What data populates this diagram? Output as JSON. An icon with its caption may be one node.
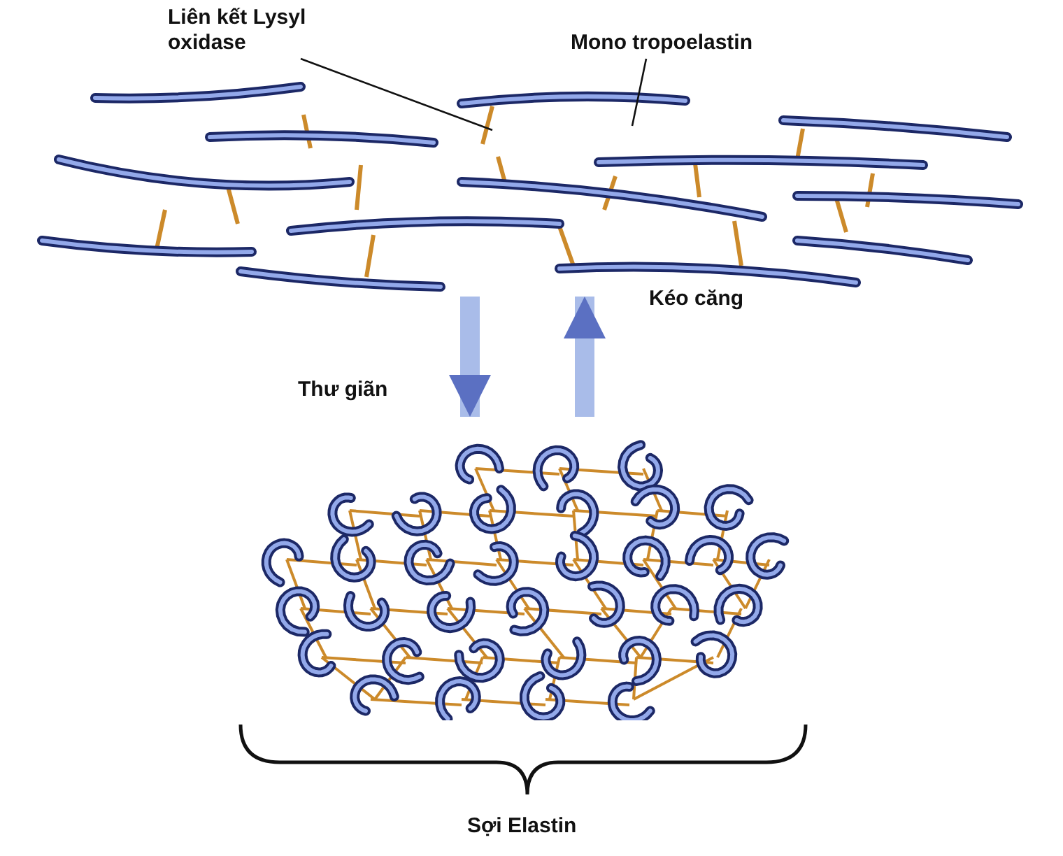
{
  "diagram": {
    "nodes": [
      {
        "text": [],
        "shape": "picture"
      },
      {
        "text": [],
        "shape": "picture"
      },
      {
        "text": [
          "Liên kết Lysyl oxidase"
        ]
      },
      {
        "text": [
          "Mono tropoelastin"
        ]
      }
    ],
    "edges": [
      {
        "from": 0,
        "to": 1,
        "arrow": "to",
        "label": "Thư giãn",
        "style": "thick"
      },
      {
        "from": 1,
        "to": 0,
        "arrow": "to",
        "label": "Kéo căng",
        "style": "thick"
      },
      {
        "from": 2,
        "to": 0,
        "arrow": "none",
        "color": "#111111"
      },
      {
        "from": 3,
        "to": 0,
        "arrow": "none",
        "color": "#111111"
      }
    ],
    "labels": [
      "Sợi Elastin"
    ]
  }
}
